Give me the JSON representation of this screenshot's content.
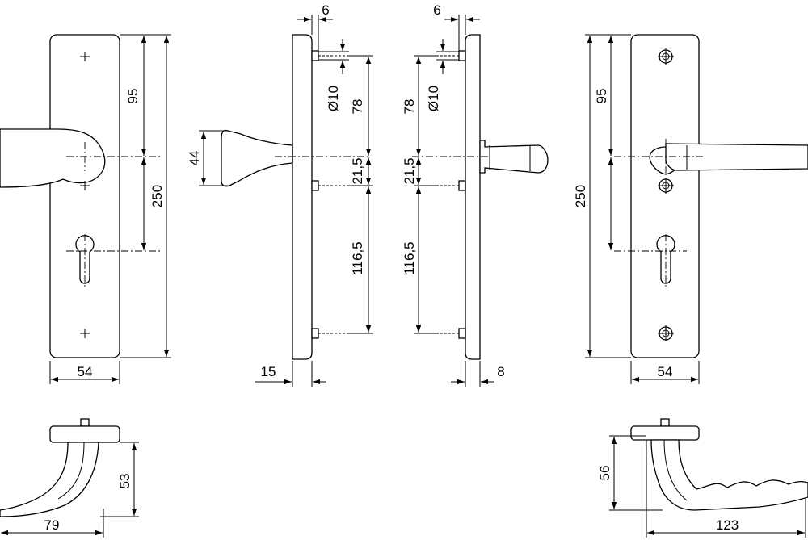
{
  "dimensions": {
    "plate_front_left": {
      "height_offset": "95",
      "total_height": "250",
      "width": "54"
    },
    "side_left": {
      "screw_offset": "6",
      "hole_diameter": "Ø10",
      "upper_spacing": "78",
      "handle_height": "44",
      "mid_spacing": "21,5",
      "lower_spacing": "116,5",
      "plate_thickness": "15"
    },
    "side_right": {
      "screw_offset": "6",
      "hole_diameter": "Ø10",
      "upper_spacing": "78",
      "mid_spacing": "21,5",
      "lower_spacing": "116,5",
      "plate_thickness": "8"
    },
    "plate_front_right": {
      "height_offset": "95",
      "total_height": "250",
      "width": "54"
    },
    "knob_top_view": {
      "height": "53",
      "length": "79"
    },
    "lever_top_view": {
      "height": "56",
      "length": "123"
    }
  }
}
